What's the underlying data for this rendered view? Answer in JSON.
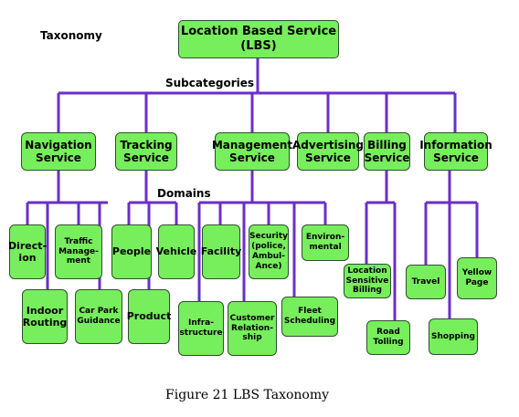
{
  "taxonomy_label": "Taxonomy",
  "root": "Location Based Service\n(LBS)",
  "subcategories_label": "Subcategories",
  "domains_label": "Domains",
  "categories": {
    "navigation": "Navigation\nService",
    "tracking": "Tracking\nService",
    "management": "Management\nService",
    "advertising": "Advertising\nService",
    "billing": "Billing\nService",
    "information": "Information\nService"
  },
  "domains": {
    "direction": "Direct-\nion",
    "traffic_management": "Traffic\nManage-\nment",
    "indoor_routing": "Indoor\nRouting",
    "car_park_guidance": "Car Park\nGuidance",
    "people": "People",
    "vehicle": "Vehicle",
    "product": "Product",
    "facility": "Facility",
    "security": "Security\n(police,\nAmbul-\nAnce)",
    "environmental": "Environ-\nmental",
    "infrastructure": "Infra-\nstructure",
    "customer_relationship": "Customer\nRelation-\nship",
    "fleet_scheduling": "Fleet\nScheduling",
    "location_sensitive_billing": "Location\nSensitive\nBilling",
    "road_tolling": "Road\nTolling",
    "travel": "Travel",
    "yellow_page": "Yellow\nPage",
    "shopping": "Shopping"
  },
  "caption": "Figure 21  LBS Taxonomy",
  "colors": {
    "box_fill": "#77ee5c",
    "connector": "#6a2fc8",
    "box_border": "#2f4f2f"
  }
}
